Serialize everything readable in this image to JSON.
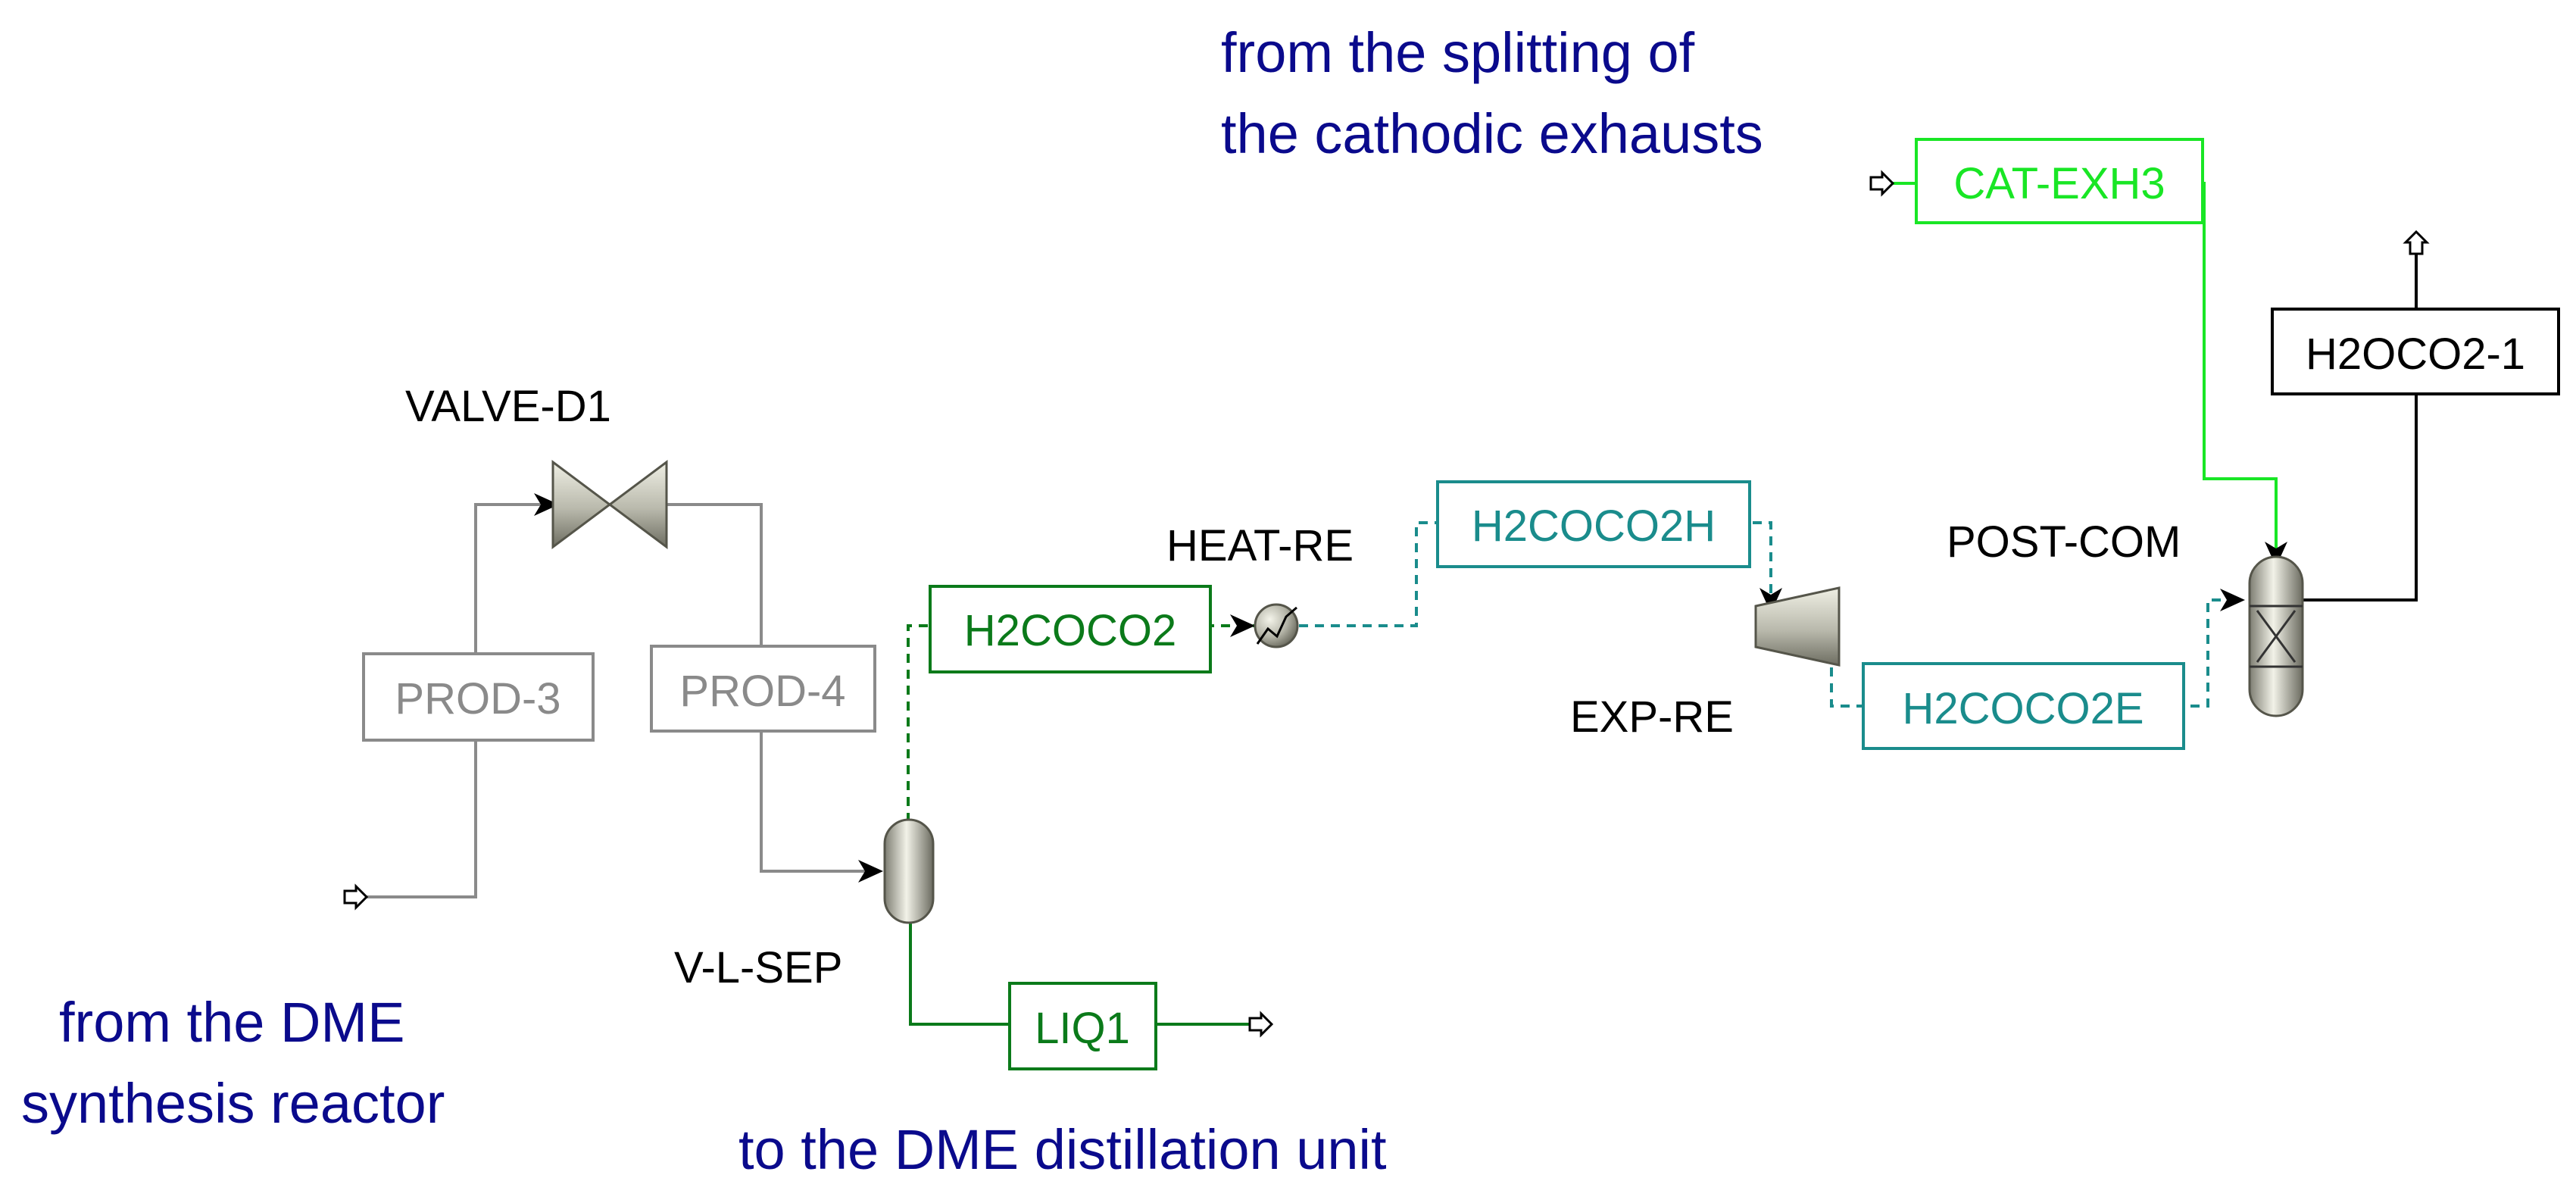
{
  "colors": {
    "gray": "#8a8a8a",
    "dark_green": "#0b7a1a",
    "light_green": "#19e625",
    "teal": "#1a8c8c",
    "black": "#000000",
    "note_blue": "#0a0a8c"
  },
  "streams": {
    "prod3": "PROD-3",
    "prod4": "PROD-4",
    "h2coco2": "H2COCO2",
    "h2coco2h": "H2COCO2H",
    "h2coco2e": "H2COCO2E",
    "liq1": "LIQ1",
    "cat_exh3": "CAT-EXH3",
    "h2oco2_1": "H2OCO2-1"
  },
  "blocks": {
    "valve": "VALVE-D1",
    "heater": "HEAT-RE",
    "separator": "V-L-SEP",
    "expander": "EXP-RE",
    "combustor": "POST-COM"
  },
  "notes": {
    "cathodic_line1": "from the splitting of",
    "cathodic_line2": "the cathodic exhausts",
    "dme_reactor_line1": "from the DME",
    "dme_reactor_line2": "synthesis reactor",
    "distillation": "to the DME distillation unit"
  }
}
